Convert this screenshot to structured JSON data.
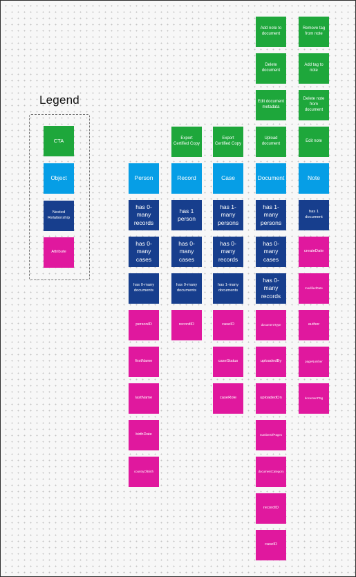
{
  "legend": {
    "title": "Legend",
    "items": [
      {
        "kind": "cta",
        "label": "CTA"
      },
      {
        "kind": "object",
        "label": "Object"
      },
      {
        "kind": "relationship",
        "label": "Nested Relationship"
      },
      {
        "kind": "attribute",
        "label": "Attribute"
      }
    ]
  },
  "colors": {
    "cta": "#1ea73b",
    "object": "#069ee6",
    "relationship": "#173e8d",
    "attribute": "#e0189e"
  },
  "columns": [
    {
      "object": "Person",
      "ctas": [],
      "relationships": [
        "has 0-many records",
        "has 0-many cases",
        "has 0-many documents"
      ],
      "attributes": [
        "personID",
        "firstName",
        "lastName",
        "birthDate",
        "countryOfBirth"
      ]
    },
    {
      "object": "Record",
      "ctas": [
        "Export Certified Copy"
      ],
      "relationships": [
        "has 1 person",
        "has 0-many cases",
        "has 0-many documents"
      ],
      "attributes": [
        "recordID"
      ]
    },
    {
      "object": "Case",
      "ctas": [
        "Export Certified Copy"
      ],
      "relationships": [
        "has 1-many persons",
        "has 0-many records",
        "has 1-many documents"
      ],
      "attributes": [
        "caseID",
        "caseStatus",
        "caseRole"
      ]
    },
    {
      "object": "Document",
      "ctas": [
        "Add note to document",
        "Delete document",
        "Edit document metadata",
        "Upload document"
      ],
      "relationships": [
        "has 1-many persons",
        "has 0-many cases",
        "has 0-many records"
      ],
      "attributes": [
        "documentType",
        "uploadedBy",
        "uploadedOn",
        "numberOfPages",
        "documentCategory",
        "recordID",
        "caseID"
      ]
    },
    {
      "object": "Note",
      "ctas": [
        "Remove tag from note",
        "Add tag to note",
        "Delete note from document",
        "Edit note"
      ],
      "relationships": [
        "has 1 document"
      ],
      "attributes": [
        "createDate",
        "modifiedDate",
        "author",
        "pageNumber",
        "documentTag"
      ]
    }
  ]
}
